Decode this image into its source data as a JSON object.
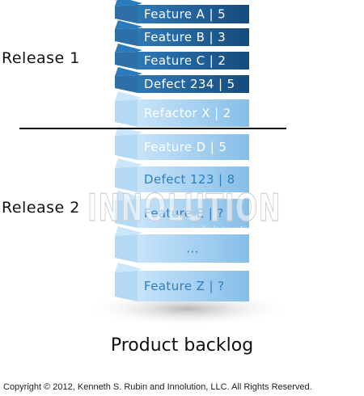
{
  "release_labels": [
    "Release 1",
    "Release 2"
  ],
  "backlog_items": [
    {
      "label": "Feature A | 5",
      "release": 1
    },
    {
      "label": "Feature B | 3",
      "release": 1
    },
    {
      "label": "Feature C | 2",
      "release": 1
    },
    {
      "label": "Defect 234 | 5",
      "release": 1
    },
    {
      "label": "Refactor X | 2",
      "release": 1
    },
    {
      "label": "Feature D | 5",
      "release": 2
    },
    {
      "label": "Defect 123 | 8",
      "release": 2
    },
    {
      "label": "Feature E | ?",
      "release": 2
    },
    {
      "label": "...",
      "release": 2
    },
    {
      "label": "Feature Z | ?",
      "release": 2
    }
  ],
  "caption": "Product backlog",
  "watermark": {
    "name": "INNOLUTION",
    "tagline": "agile.innovative.solutions"
  },
  "copyright": "Copyright © 2012, Kenneth S. Rubin and Innolution, LLC. All Rights Reserved.",
  "colors": {
    "dark_front": "#1f5f96",
    "dark_top": "#2a7bbd",
    "light_front": "#9ccdf0",
    "light_top": "#c9e6fb",
    "cut_line": "#111111"
  }
}
